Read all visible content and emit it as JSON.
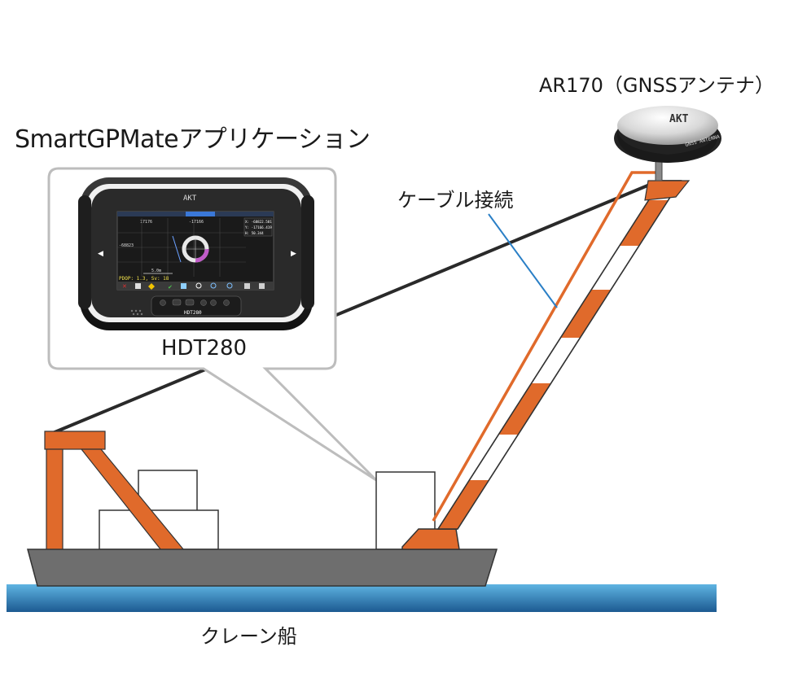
{
  "labels": {
    "app": "SmartGPMateアプリケーション",
    "antenna": "AR170（GNSSアンテナ）",
    "cable": "ケーブル接続",
    "device": "HDT280",
    "crane_ship": "クレーン船"
  },
  "device_screen": {
    "brand": "AKT",
    "model_plate": "HDT280",
    "tab_left": "17176",
    "tab_mid": "-17166",
    "axis_left": "-68823",
    "readout_x": "X: -68822.581",
    "readout_y": "Y: -17166.419",
    "readout_h": "H: 50.344",
    "scale": "5.0m",
    "status": "PDOP: 1.3, Sv: 18",
    "side_left": "◀",
    "side_right": "▶"
  },
  "antenna_ring_text": "GNSS ANTENNA",
  "antenna_logo": "AKT",
  "colors": {
    "orange": "#e06a2b",
    "hull": "#6e6e6e",
    "water_top": "#4da6d8",
    "water_bottom": "#1f5f96",
    "cable_blue": "#2a7fc6",
    "bubble_border": "#bdbdbd"
  }
}
